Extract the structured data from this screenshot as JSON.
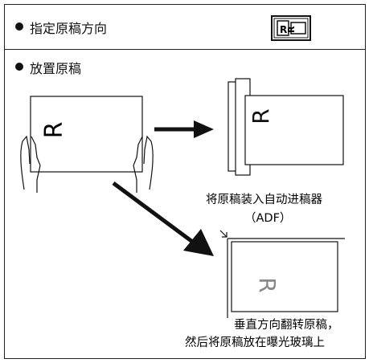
{
  "section1": {
    "title": "指定原稿方向",
    "icon": "document-orientation-icon"
  },
  "section2": {
    "title": "放置原稿"
  },
  "captions": {
    "adf_line1": "将原稿装入自动进稿器",
    "adf_line2": "（ADF）",
    "glass_line1": "垂直方向翻转原稿，",
    "glass_line2": "然后将原稿放在曝光玻璃上"
  },
  "figure_letter": "R"
}
